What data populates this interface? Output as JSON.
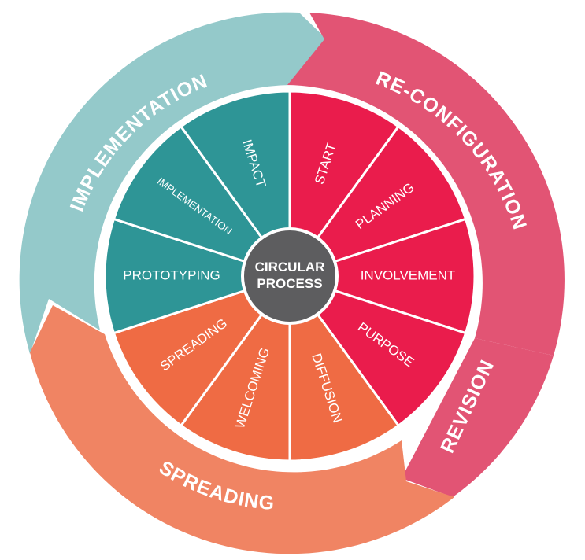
{
  "diagram": {
    "center": {
      "lines": [
        "CIRCULAR",
        "PROCESS"
      ],
      "color": "#5d5d5f"
    },
    "outer_arcs": [
      {
        "label": "IMPLEMENTATION",
        "color": "#94c9ca"
      },
      {
        "label": "RE-CONFIGURATION",
        "color": "#e25474"
      },
      {
        "label": "REVISION",
        "color": "#e25474"
      },
      {
        "label": "SPREADING",
        "color": "#f08463"
      }
    ],
    "segments": [
      {
        "label": "START",
        "color": "#ea1c4c"
      },
      {
        "label": "PLANNING",
        "color": "#ea1c4c"
      },
      {
        "label": "INVOLVEMENT",
        "color": "#ea1c4c"
      },
      {
        "label": "PURPOSE",
        "color": "#ea1c4c"
      },
      {
        "label": "DIFFUSION",
        "color": "#ef6b44"
      },
      {
        "label": "WELCOMING",
        "color": "#ef6b44"
      },
      {
        "label": "SPREADING",
        "color": "#ef6b44"
      },
      {
        "label": "PROTOTYPING",
        "color": "#2e9596"
      },
      {
        "label": "IMPLEMENTATION",
        "color": "#2e9596"
      },
      {
        "label": "IMPACT",
        "color": "#2e9596"
      }
    ]
  }
}
